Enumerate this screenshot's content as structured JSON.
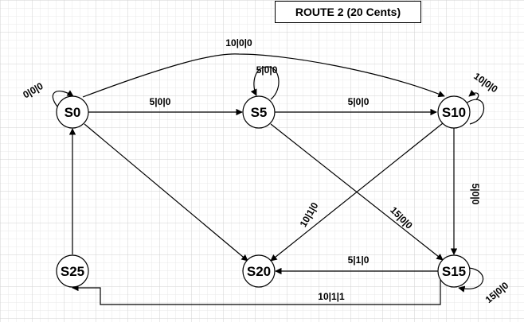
{
  "title": "ROUTE 2 (20 Cents)",
  "colors": {
    "grid_minor": "#e9e9e9",
    "grid_major": "#d2d2d2",
    "stroke": "#000000"
  },
  "states": [
    {
      "id": "S0",
      "label": "S0"
    },
    {
      "id": "S5",
      "label": "S5"
    },
    {
      "id": "S10",
      "label": "S10"
    },
    {
      "id": "S15",
      "label": "S15"
    },
    {
      "id": "S20",
      "label": "S20"
    },
    {
      "id": "S25",
      "label": "S25"
    }
  ],
  "transitions": [
    {
      "from": "S0",
      "to": "S0",
      "label": "0|0|0"
    },
    {
      "from": "S0",
      "to": "S5",
      "label": "5|0|0"
    },
    {
      "from": "S0",
      "to": "S10",
      "label": "10|0|0"
    },
    {
      "from": "S5",
      "to": "S5",
      "label": "5|0|0"
    },
    {
      "from": "S5",
      "to": "S10",
      "label": "5|0|0"
    },
    {
      "from": "S10",
      "to": "S10",
      "label": "10|0|0"
    },
    {
      "from": "S10",
      "to": "S15",
      "label": "5|0|0"
    },
    {
      "from": "S5",
      "to": "S15",
      "label": "15|0|0"
    },
    {
      "from": "S10",
      "to": "S20",
      "label": "10|1|0"
    },
    {
      "from": "S15",
      "to": "S15",
      "label": "15|0|0"
    },
    {
      "from": "S15",
      "to": "S20",
      "label": "5|1|0"
    },
    {
      "from": "S15",
      "to": "S25",
      "label": "10|1|1"
    },
    {
      "from": "S0",
      "to": "S20",
      "label": ""
    },
    {
      "from": "S25",
      "to": "S0",
      "label": ""
    }
  ]
}
